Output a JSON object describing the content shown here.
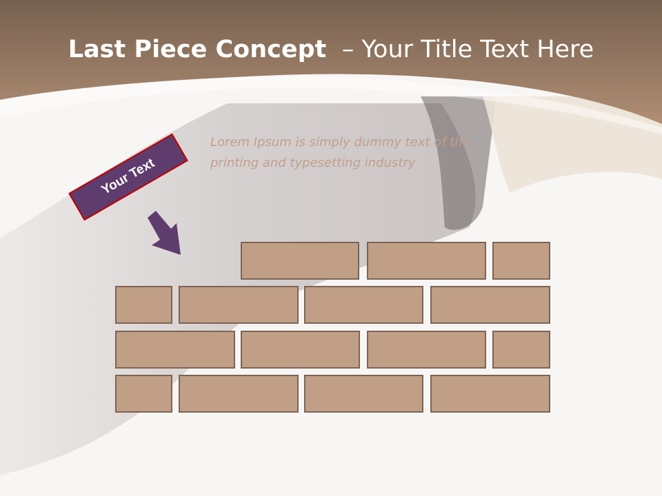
{
  "slide": {
    "title_bold": "Last Piece Concept",
    "title_rest": "– Your Title Text Here",
    "body_text": "Lorem Ipsum is simply dummy text of the printing and typesetting industry",
    "label": "Your Text"
  },
  "colors": {
    "header_brown": "#a6836a",
    "label_fill": "#5f3c6e",
    "label_border": "#c00000",
    "arrow": "#5f3c6e",
    "brick_fill": "#c19f86",
    "brick_border": "#7b6455",
    "body_text": "#c19f8a"
  },
  "icons": {
    "arrow": "arrow-down-right-icon"
  }
}
